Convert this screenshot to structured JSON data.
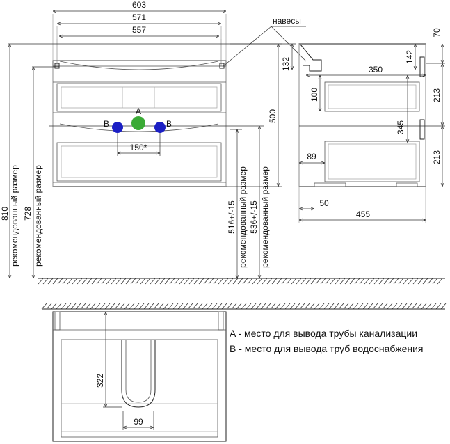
{
  "dimensions": {
    "width_603": "603",
    "width_571": "571",
    "width_557": "557",
    "spacing_150": "150*",
    "height_810": "810",
    "height_728": "728",
    "height_516": "516+/-15",
    "height_536": "536+/-15",
    "height_500": "500",
    "side_132": "132",
    "side_100": "100",
    "side_142": "142",
    "side_350": "350",
    "side_345": "345",
    "side_89": "89",
    "side_50": "50",
    "side_455": "455",
    "side_70": "70",
    "side_213_top": "213",
    "side_213_bottom": "213",
    "plan_322": "322",
    "plan_99": "99"
  },
  "labels": {
    "hinges": "навесы",
    "recommended_810": "рекомендованный размер",
    "recommended_728": "рекомендованный размер",
    "recommended_516": "рекомендованный размер",
    "recommended_536": "рекомендованный размер",
    "point_a": "A",
    "point_b_left": "B",
    "point_b_right": "B"
  },
  "legend": {
    "a_text": "A - место для вывода трубы канализации",
    "b_text": "B - место для вывода труб водоснабжения"
  },
  "colors": {
    "sewer_point": "#3aaa35",
    "water_point": "#1b1fc4"
  }
}
